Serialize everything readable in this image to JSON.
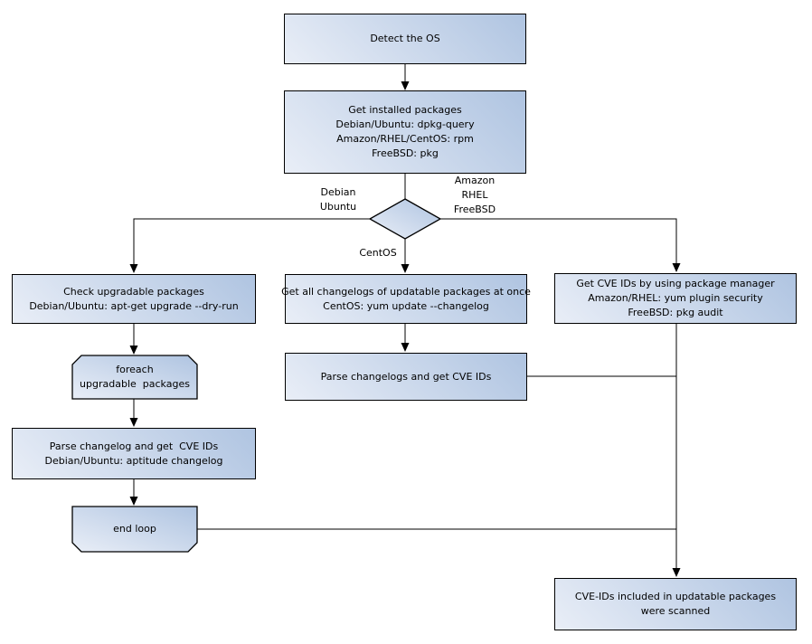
{
  "colors": {
    "background": "#ffffff",
    "node_fill_light": "#e9eef7",
    "node_fill_dark": "#afc4e1",
    "border": "#000000",
    "text": "#000000"
  },
  "nodes": {
    "detect_os": {
      "label": "Detect the OS"
    },
    "get_installed": {
      "label": "Get installed packages\nDebian/Ubuntu: dpkg-query\nAmazon/RHEL/CentOS: rpm\nFreeBSD: pkg"
    },
    "check_upgradable": {
      "label": "Check upgradable packages\nDebian/Ubuntu: apt-get upgrade --dry-run"
    },
    "foreach_loop": {
      "label": "foreach\nupgradable  packages"
    },
    "parse_changelog_left": {
      "label": "Parse changelog and get  CVE IDs\nDebian/Ubuntu: aptitude changelog"
    },
    "end_loop": {
      "label": "end loop"
    },
    "get_all_changelogs": {
      "label": "Get all changelogs of updatable packages at once\nCentOS: yum update --changelog"
    },
    "parse_changelogs_mid": {
      "label": "Parse changelogs and get CVE IDs"
    },
    "get_cve_pkg_manager": {
      "label": "Get CVE IDs by using package manager\nAmazon/RHEL: yum plugin security\nFreeBSD: pkg audit"
    },
    "scanned_result": {
      "label": "CVE-IDs included in updatable packages\nwere scanned"
    }
  },
  "edge_labels": {
    "debian_ubuntu": "Debian\nUbuntu",
    "amazon_rhel_freebsd": "Amazon\nRHEL\nFreeBSD",
    "centos": "CentOS"
  }
}
